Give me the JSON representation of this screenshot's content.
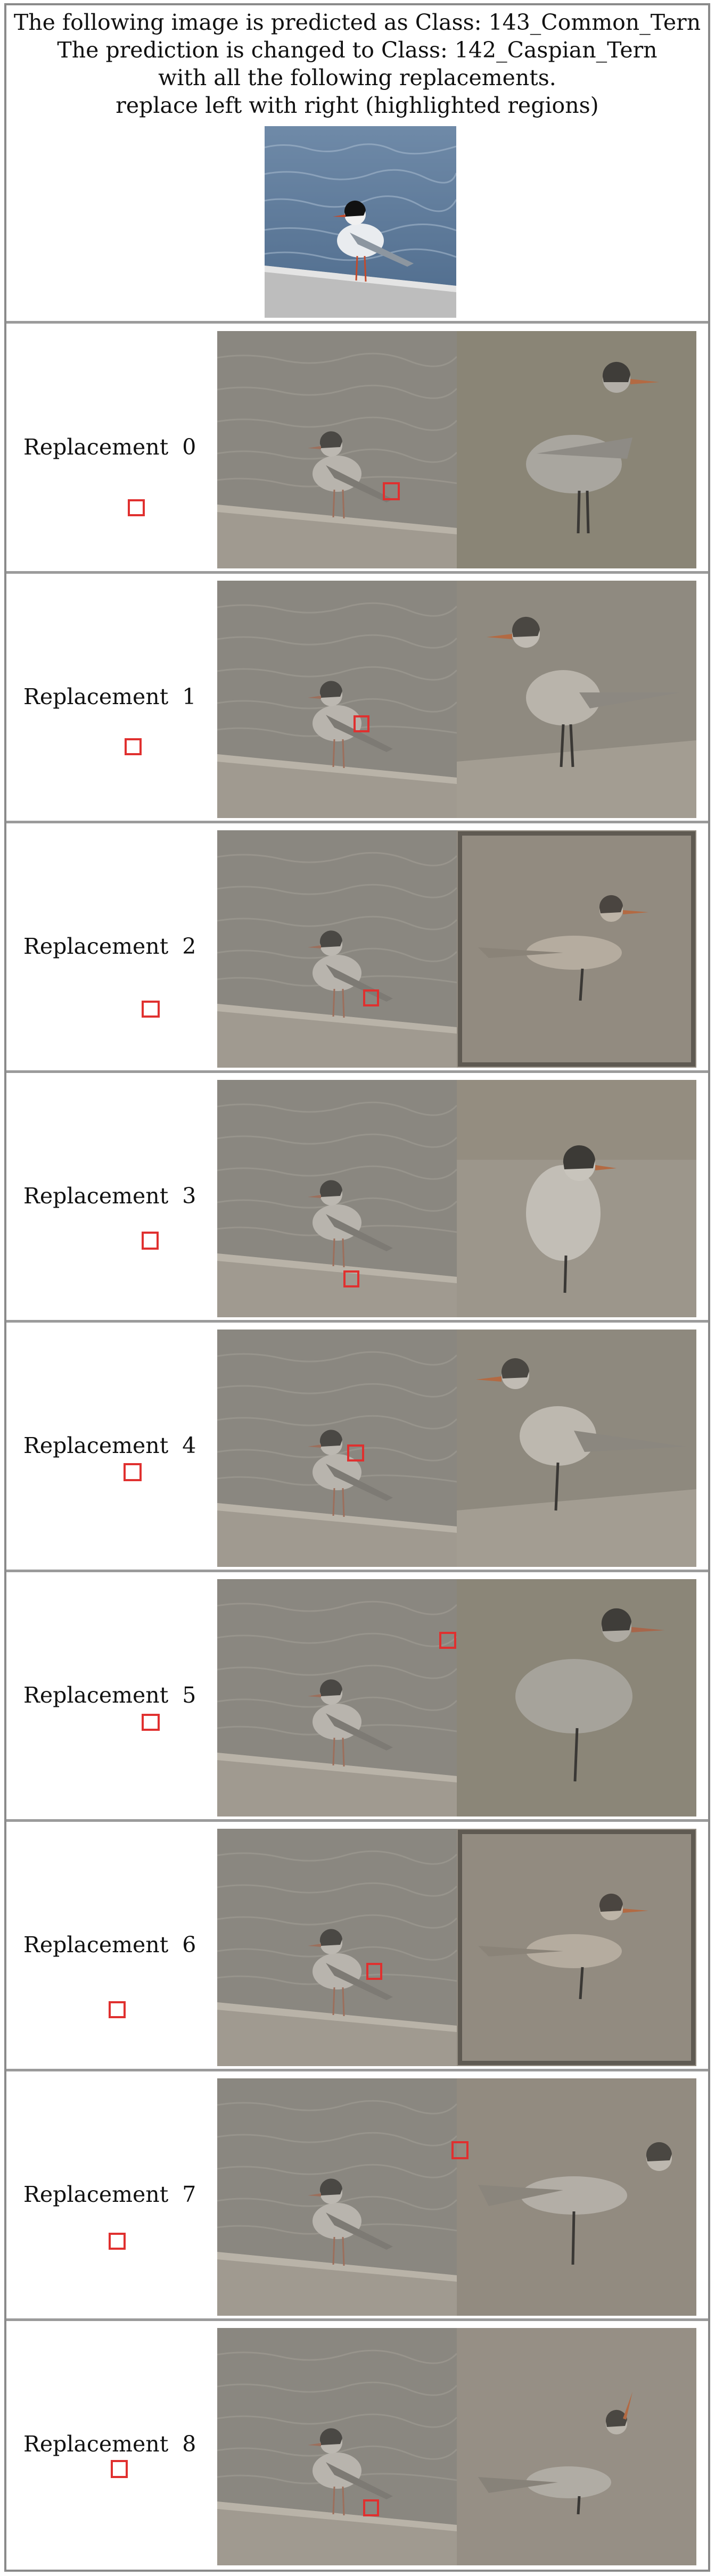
{
  "header": {
    "line1": "The following image is predicted as Class: 143_Common_Tern",
    "line2": "The prediction is changed to Class: 142_Caspian_Tern",
    "line3": "with all the following replacements.",
    "line4": "replace left with right (highlighted regions)"
  },
  "replacements": [
    {
      "label": "Replacement  0"
    },
    {
      "label": "Replacement  1"
    },
    {
      "label": "Replacement  2"
    },
    {
      "label": "Replacement  3"
    },
    {
      "label": "Replacement  4"
    },
    {
      "label": "Replacement  5"
    },
    {
      "label": "Replacement  6"
    },
    {
      "label": "Replacement  7"
    },
    {
      "label": "Replacement  8"
    }
  ],
  "colors": {
    "highlight": "#e0302f",
    "border": "#8a8a8a"
  }
}
